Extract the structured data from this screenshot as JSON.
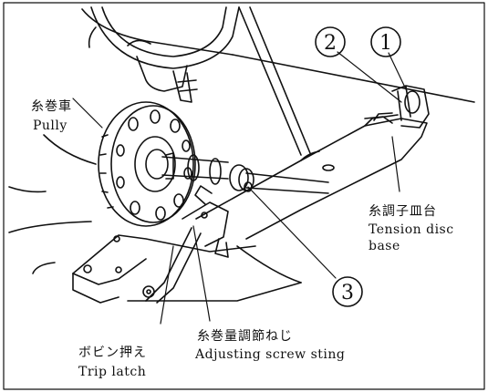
{
  "callouts": {
    "one": "1",
    "two": "2",
    "three": "3"
  },
  "labels": {
    "pully_jp": "糸巻車",
    "pully_en": "Pully",
    "tension_jp": "糸調子皿台",
    "tension_en_1": "Tension disc",
    "tension_en_2": "base",
    "adjusting_jp": "糸巻量調節ねじ",
    "adjusting_en": "Adjusting screw sting",
    "trip_jp": "ボビン押え",
    "trip_en": "Trip latch"
  }
}
